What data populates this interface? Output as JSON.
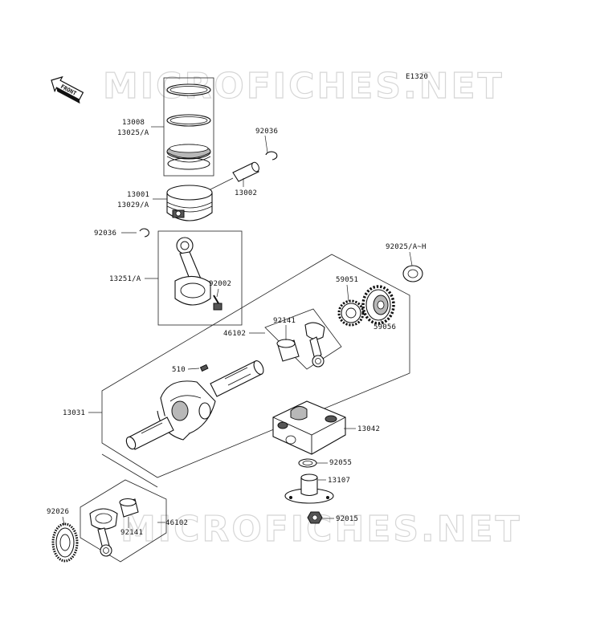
{
  "diagram_code": "E1320",
  "watermark": "MICROFICHES.NET",
  "front_arrow_label": "FRONT",
  "labels": {
    "p13008": "13008",
    "p13025a": "13025/A",
    "p92036_top": "92036",
    "p13002": "13002",
    "p13001": "13001",
    "p13029a": "13029/A",
    "p92036_left": "92036",
    "p13251a": "13251/A",
    "p92002": "92002",
    "p92025": "92025/A~H",
    "p59051": "59051",
    "p59056": "59056",
    "p92141_top": "92141",
    "p46102_top": "46102",
    "p510": "510",
    "p13031": "13031",
    "p13042": "13042",
    "p92055": "92055",
    "p13107": "13107",
    "p92026": "92026",
    "p92015": "92015",
    "p92141_bottom": "92141",
    "p46102_bottom": "46102"
  }
}
